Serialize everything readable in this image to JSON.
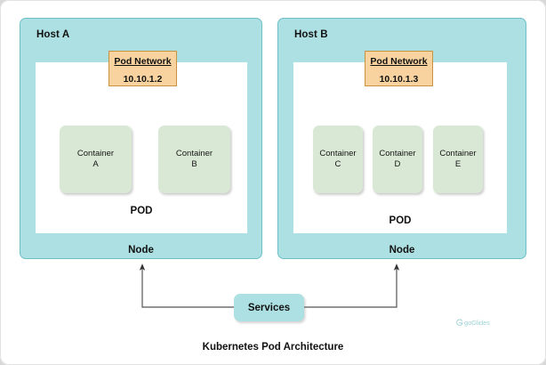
{
  "caption": "Kubernetes Pod Architecture",
  "watermark": {
    "text": "goGlides",
    "icon": "goglides-logo-icon",
    "color": "#7fc4c8"
  },
  "colors": {
    "host_fill": "#ade0e3",
    "host_border": "#6bbfc6",
    "pod_area_fill": "#ffffff",
    "pod_network_fill": "#f8d3a0",
    "pod_network_border": "#c8923f",
    "container_fill": "#d9e8d5",
    "services_fill": "#ade0e3",
    "connector_stroke": "#555555"
  },
  "hosts": [
    {
      "label": "Host A",
      "node_label": "Node",
      "pod_label": "POD",
      "pod_network": {
        "title": "Pod Network",
        "ip": "10.10.1.2"
      },
      "containers": [
        {
          "name": "Container",
          "id": "A"
        },
        {
          "name": "Container",
          "id": "B"
        }
      ]
    },
    {
      "label": "Host B",
      "node_label": "Node",
      "pod_label": "POD",
      "pod_network": {
        "title": "Pod Network",
        "ip": "10.10.1.3"
      },
      "containers": [
        {
          "name": "Container",
          "id": "C"
        },
        {
          "name": "Container",
          "id": "D"
        },
        {
          "name": "Container",
          "id": "E"
        }
      ]
    }
  ],
  "services": {
    "label": "Services"
  }
}
